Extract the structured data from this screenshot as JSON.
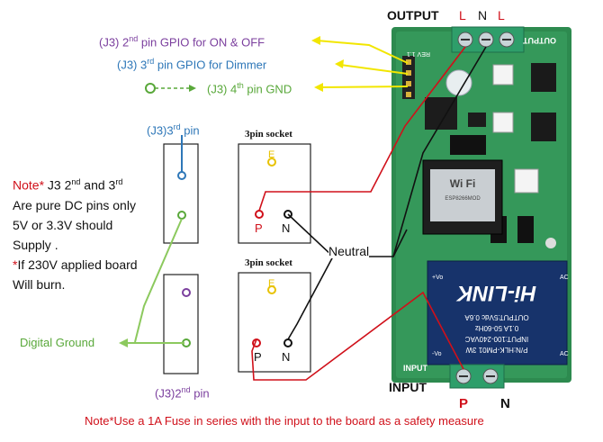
{
  "output": {
    "label": "OUTPUT",
    "terminals": [
      "L",
      "N",
      "L"
    ]
  },
  "input": {
    "label": "INPUT",
    "p": "P",
    "n": "N"
  },
  "pins": {
    "j3_pin2_prefix": "(J3) 2",
    "j3_pin2_sup": "nd",
    "j3_pin2_suffix": " pin GPIO for ON & OFF",
    "j3_pin3_prefix": "(J3) 3",
    "j3_pin3_sup": "rd",
    "j3_pin3_suffix": " pin GPIO for Dimmer",
    "j3_pin4_label": "(J3) 4",
    "j3_pin4_sup": "th",
    "j3_pin4_suffix": " pin GND"
  },
  "left_pins": {
    "top_prefix": "(J3)3",
    "top_sup": "rd",
    "top_suffix": " pin",
    "bottom_prefix": "(J3)2",
    "bottom_sup": "nd",
    "bottom_suffix": " pin"
  },
  "sockets": {
    "title": "3pin socket",
    "e": "E",
    "p": "P",
    "n": "N"
  },
  "neutral_label": "Neutral",
  "digital_ground": "Digital Ground",
  "note": {
    "l1_prefix": "Note*",
    "l1_text": " J3 2",
    "l1_sup1": "nd",
    "l1_mid": " and 3",
    "l1_sup2": "rd",
    "l2": "Are pure DC pins only",
    "l3": "5V or 3.3V should",
    "l4": "Supply .",
    "l5_star": "*",
    "l5_text": "If 230V applied board",
    "l6": "Will burn."
  },
  "bottom_note": "Note*Use a 1A Fuse in series with the input to the board as a safety measure",
  "board": {
    "wifi_text": "Wi Fi",
    "module_text": "ESP8266MOD",
    "psu_line1": "P/N:HLK-PM01 3W",
    "psu_line2": "INPUT:100-240VAC",
    "psu_line3": "0.1A 50-60Hz",
    "psu_line4": "OUTPUT:5Vdc  0.6A",
    "psu_brand": "Hi-LINK",
    "ac1": "AC",
    "ac2": "AC",
    "plus_vo": "+Vo",
    "minus_vo": "-Vo",
    "output_silk": "OUTPUT",
    "input_silk": "INPUT",
    "ver_silk": "REV 1.1"
  },
  "colors": {
    "purple": "#7b3f9e",
    "blue": "#2e77b8",
    "green": "#59a83a",
    "yellow": "#f2e600",
    "red": "#d0101a",
    "pcb": "#2d8a4f"
  }
}
